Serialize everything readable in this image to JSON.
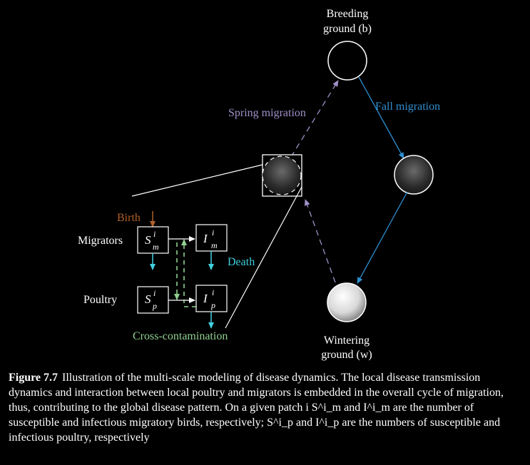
{
  "nodes": {
    "breeding": {
      "line1": "Breeding",
      "line2": "ground (b)"
    },
    "wintering": {
      "line1": "Wintering",
      "line2": "ground (w)"
    }
  },
  "arrows": {
    "spring": "Spring migration",
    "fall": "Fall migration"
  },
  "local": {
    "birth": "Birth",
    "migrators": "Migrators",
    "poultry": "Poultry",
    "death": "Death",
    "cross": "Cross-contamination",
    "sm": {
      "base": "S",
      "sup": "i",
      "sub": "m"
    },
    "im": {
      "base": "I",
      "sup": "i",
      "sub": "m"
    },
    "sp": {
      "base": "S",
      "sup": "i",
      "sub": "p"
    },
    "ip": {
      "base": "I",
      "sup": "i",
      "sub": "p"
    }
  },
  "caption": {
    "label": "Figure 7.7",
    "text": "Illustration of the multi-scale modeling of disease dynamics. The local disease transmission dynamics and interaction between local poultry and migrators is embedded in the overall cycle of migration, thus, contributing to the global disease pattern. On a given patch i S^i_m and I^i_m are the number of susceptible and infectious migratory birds, respectively; S^i_p and I^i_p are the numbers of susceptible and infectious poultry, respectively"
  },
  "colors": {
    "spring": "#a090c8",
    "fall": "#2f8fd0",
    "death": "#40d0e0",
    "birth": "#b0602a",
    "cross": "#90d090",
    "white": "#ffffff"
  }
}
